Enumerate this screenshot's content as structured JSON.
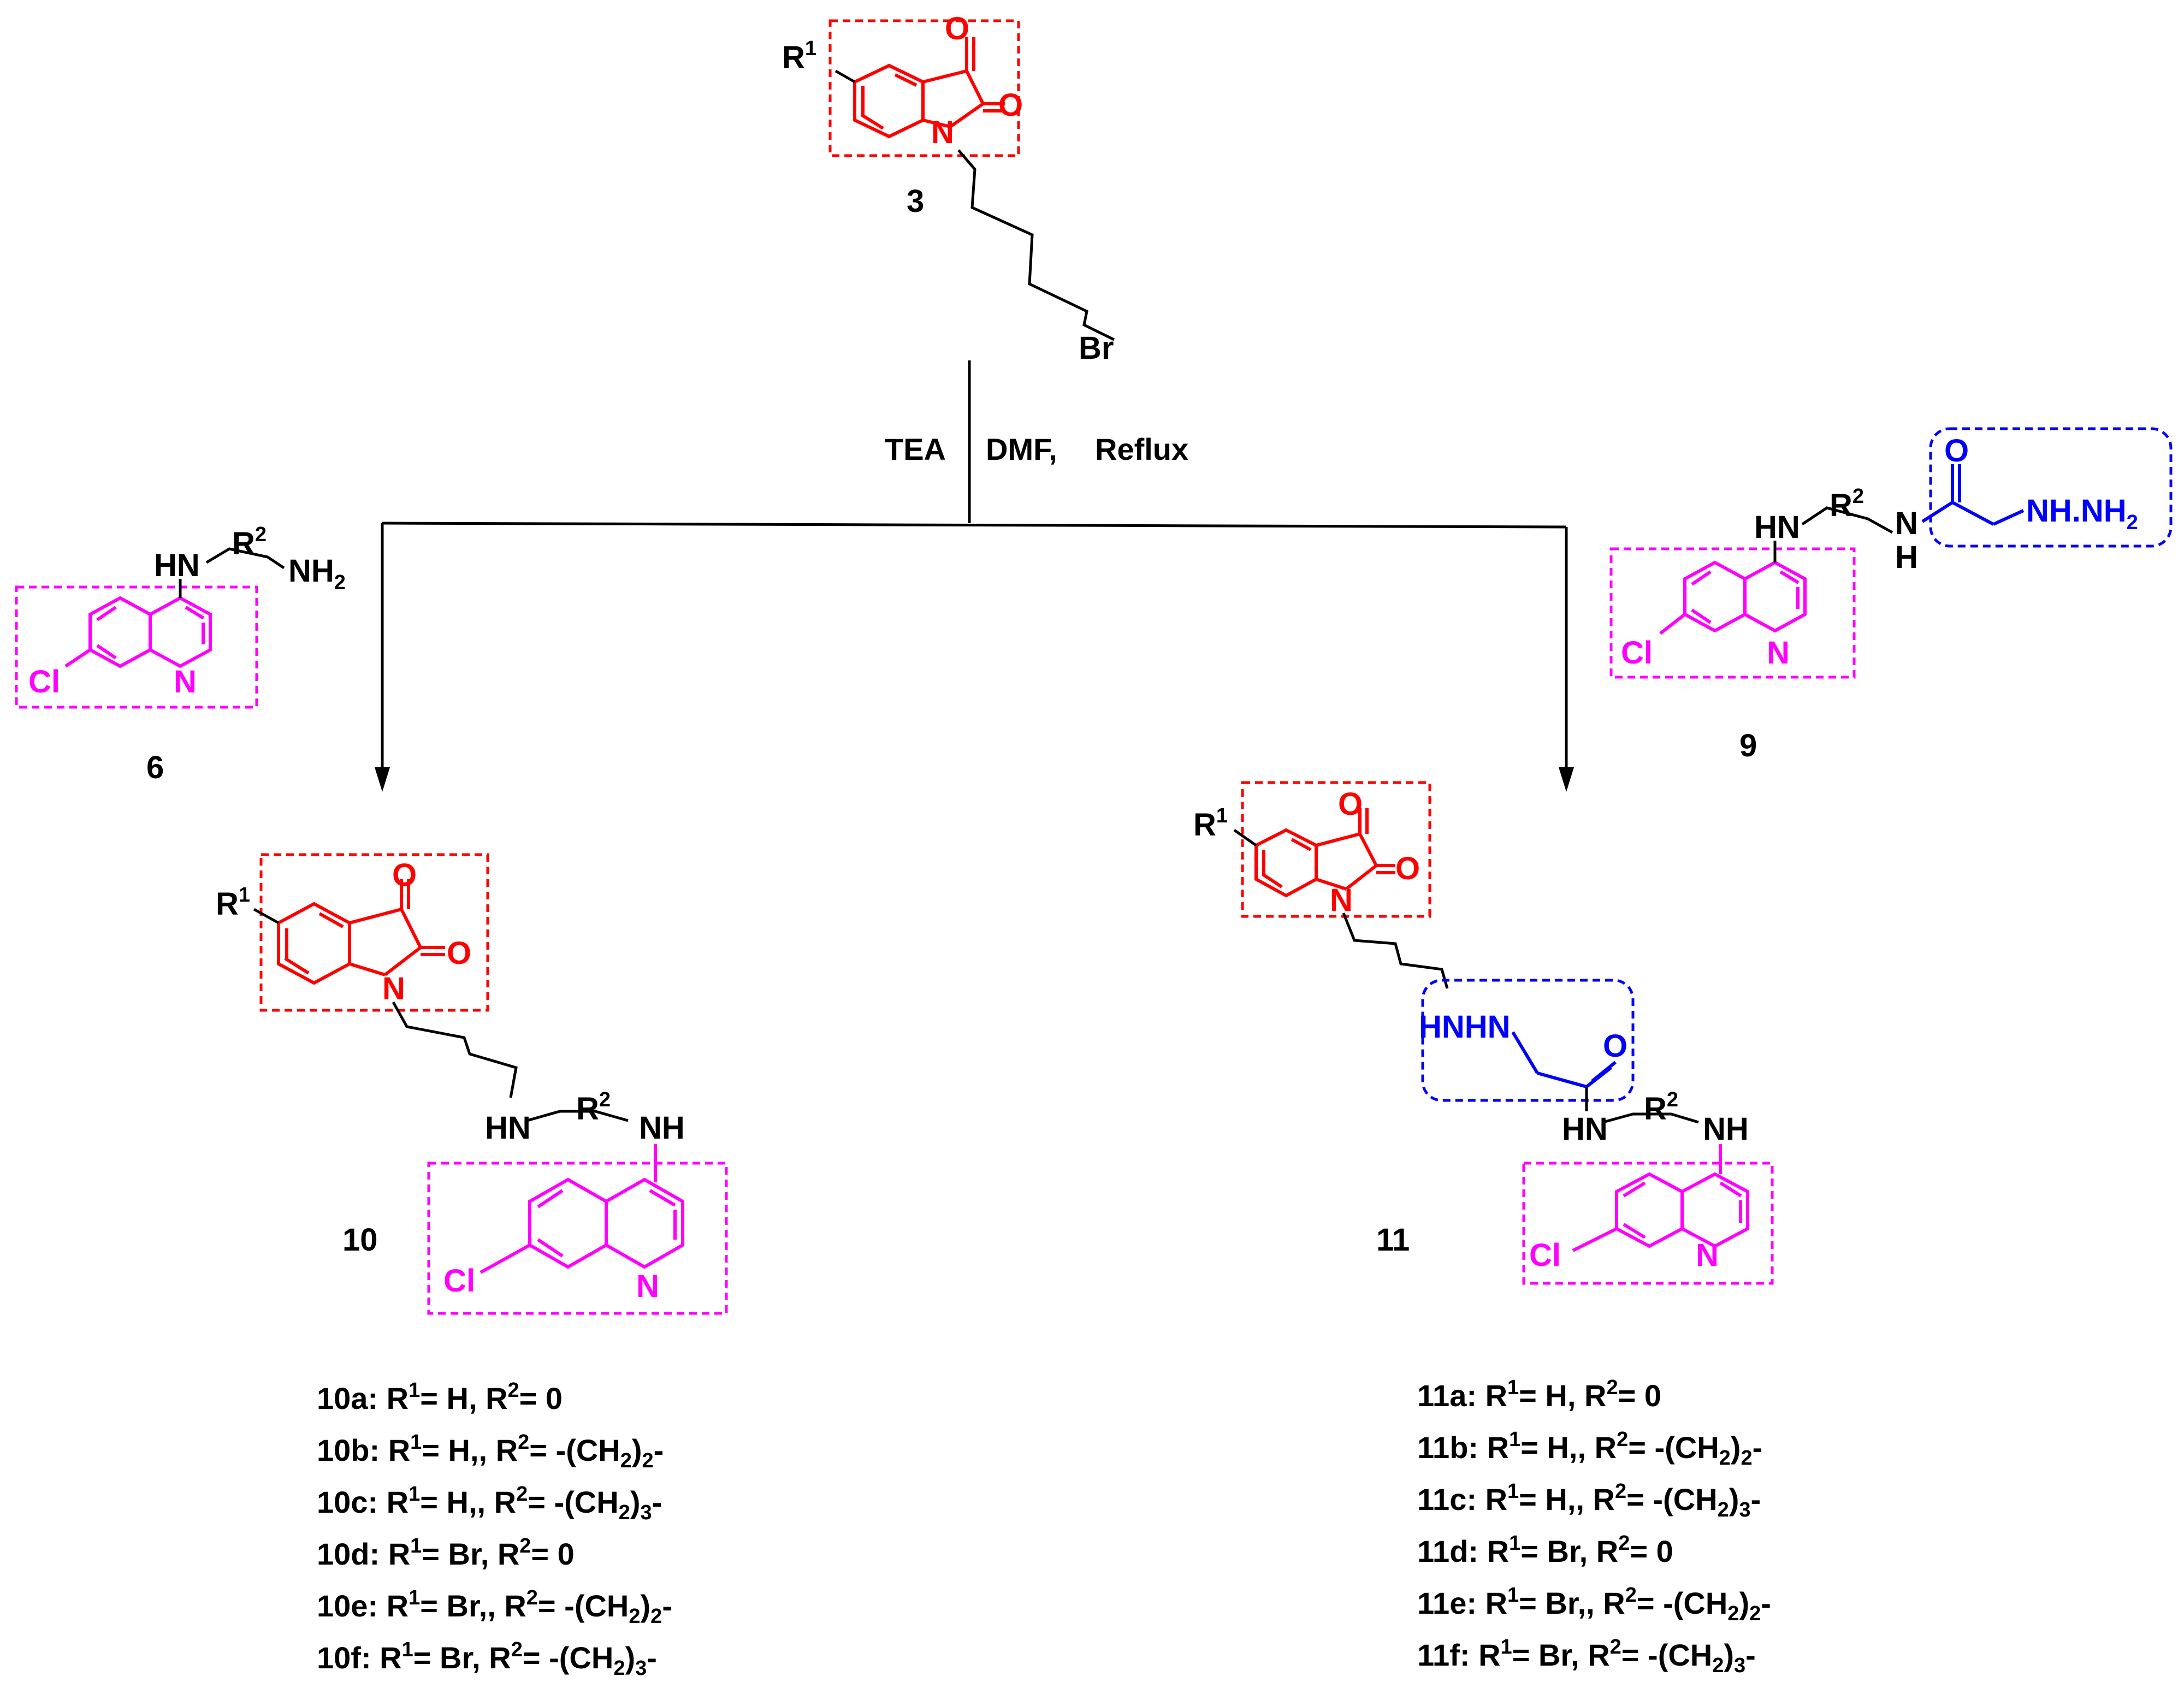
{
  "compounds": {
    "c3": {
      "number": "3",
      "r_label": "R",
      "r_sup": "1",
      "o_top": "O",
      "o_right": "O",
      "n": "N",
      "br": "Br"
    },
    "c6": {
      "number": "6",
      "hn": "HN",
      "r_label": "R",
      "r_sup": "2",
      "nh": "NH",
      "nh_sub": "2",
      "cl": "Cl",
      "n": "N"
    },
    "c9": {
      "number": "9",
      "hn": "HN",
      "r_label": "R",
      "r_sup": "2",
      "n": "N",
      "h": "H",
      "o": "O",
      "hydrazine": "NH.NH",
      "hydrazine_sub": "2",
      "cl": "Cl",
      "qn": "N"
    },
    "c10": {
      "number": "10",
      "r_label": "R",
      "r_sup": "1",
      "o_top": "O",
      "o_right": "O",
      "n": "N",
      "hn": "HN",
      "r2_label": "R",
      "r2_sup": "2",
      "nh": "NH",
      "cl": "Cl",
      "qn": "N"
    },
    "c11": {
      "number": "11",
      "r_label": "R",
      "r_sup": "1",
      "o_top": "O",
      "o_right": "O",
      "n": "N",
      "hnhn": "HNHN",
      "o_amide": "O",
      "hn": "HN",
      "r2_label": "R",
      "r2_sup": "2",
      "nh": "NH",
      "cl": "Cl",
      "qn": "N"
    }
  },
  "conditions": {
    "base": "TEA",
    "solvent": "DMF,",
    "process": "Reflux"
  },
  "colors": {
    "isatin": "#ff0000",
    "quinoline": "#ff00ff",
    "linker": "#0000ff",
    "black": "#000000"
  },
  "list10": [
    {
      "id": "10a:",
      "r1": "H,",
      "r2": "0",
      "tail": ""
    },
    {
      "id": "10b:",
      "r1": "H,,",
      "r2": "-(CH",
      "sub": "2",
      "tail": ")",
      "sub2": "2",
      "end": "-"
    },
    {
      "id": "10c:",
      "r1": "H,,",
      "r2": "-(CH",
      "sub": "2",
      "tail": ")",
      "sub2": "3",
      "end": "-"
    },
    {
      "id": "10d:",
      "r1": "Br,",
      "r2": "0",
      "tail": ""
    },
    {
      "id": "10e:",
      "r1": "Br,,",
      "r2": "-(CH",
      "sub": "2",
      "tail": ")",
      "sub2": "2",
      "end": "-"
    },
    {
      "id": "10f:",
      "r1": "Br,",
      "r2": "-(CH",
      "sub": "2",
      "tail": ")",
      "sub2": "3",
      "end": "-"
    }
  ],
  "list11": [
    {
      "id": "11a:",
      "r1": "H,",
      "r2": "0",
      "tail": ""
    },
    {
      "id": "11b:",
      "r1": "H,,",
      "r2": "-(CH",
      "sub": "2",
      "tail": ")",
      "sub2": "2",
      "end": "-"
    },
    {
      "id": "11c:",
      "r1": "H,,",
      "r2": "-(CH",
      "sub": "2",
      "tail": ")",
      "sub2": "3",
      "end": "-"
    },
    {
      "id": "11d:",
      "r1": "Br,",
      "r2": "0",
      "tail": ""
    },
    {
      "id": "11e:",
      "r1": "Br,,",
      "r2": "-(CH",
      "sub": "2",
      "tail": ")",
      "sub2": "2",
      "end": "-"
    },
    {
      "id": "11f:",
      "r1": "Br,",
      "r2": "-(CH",
      "sub": "2",
      "tail": ")",
      "sub2": "3",
      "end": "-"
    }
  ],
  "list_labels": {
    "r1": "R",
    "r1_sup": "1",
    "eq": "= ",
    "r2": "R",
    "r2_sup": "2"
  }
}
